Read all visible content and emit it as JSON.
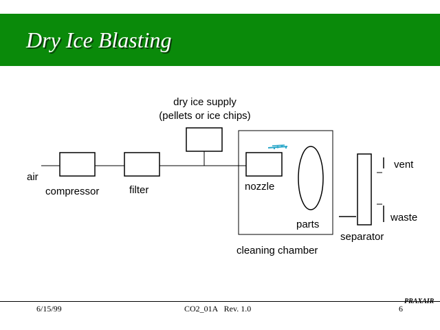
{
  "slide": {
    "title": "Dry Ice Blasting",
    "colors": {
      "banner": "#0a8a0a",
      "title_text": "#ffffff",
      "accent_particles": "#2aa7c9"
    }
  },
  "diagram": {
    "labels": {
      "air": "air",
      "compressor": "compressor",
      "filter": "filter",
      "supply_line1": "dry ice supply",
      "supply_line2": "(pellets or ice chips)",
      "nozzle": "nozzle",
      "parts": "parts",
      "cleaning_chamber": "cleaning chamber",
      "separator": "separator",
      "vent": "vent",
      "waste": "waste"
    }
  },
  "footer": {
    "date": "6/15/99",
    "doc_id": "CO2_01A   Rev. 1.0",
    "page": "6",
    "logo": "PRAXAIR"
  }
}
